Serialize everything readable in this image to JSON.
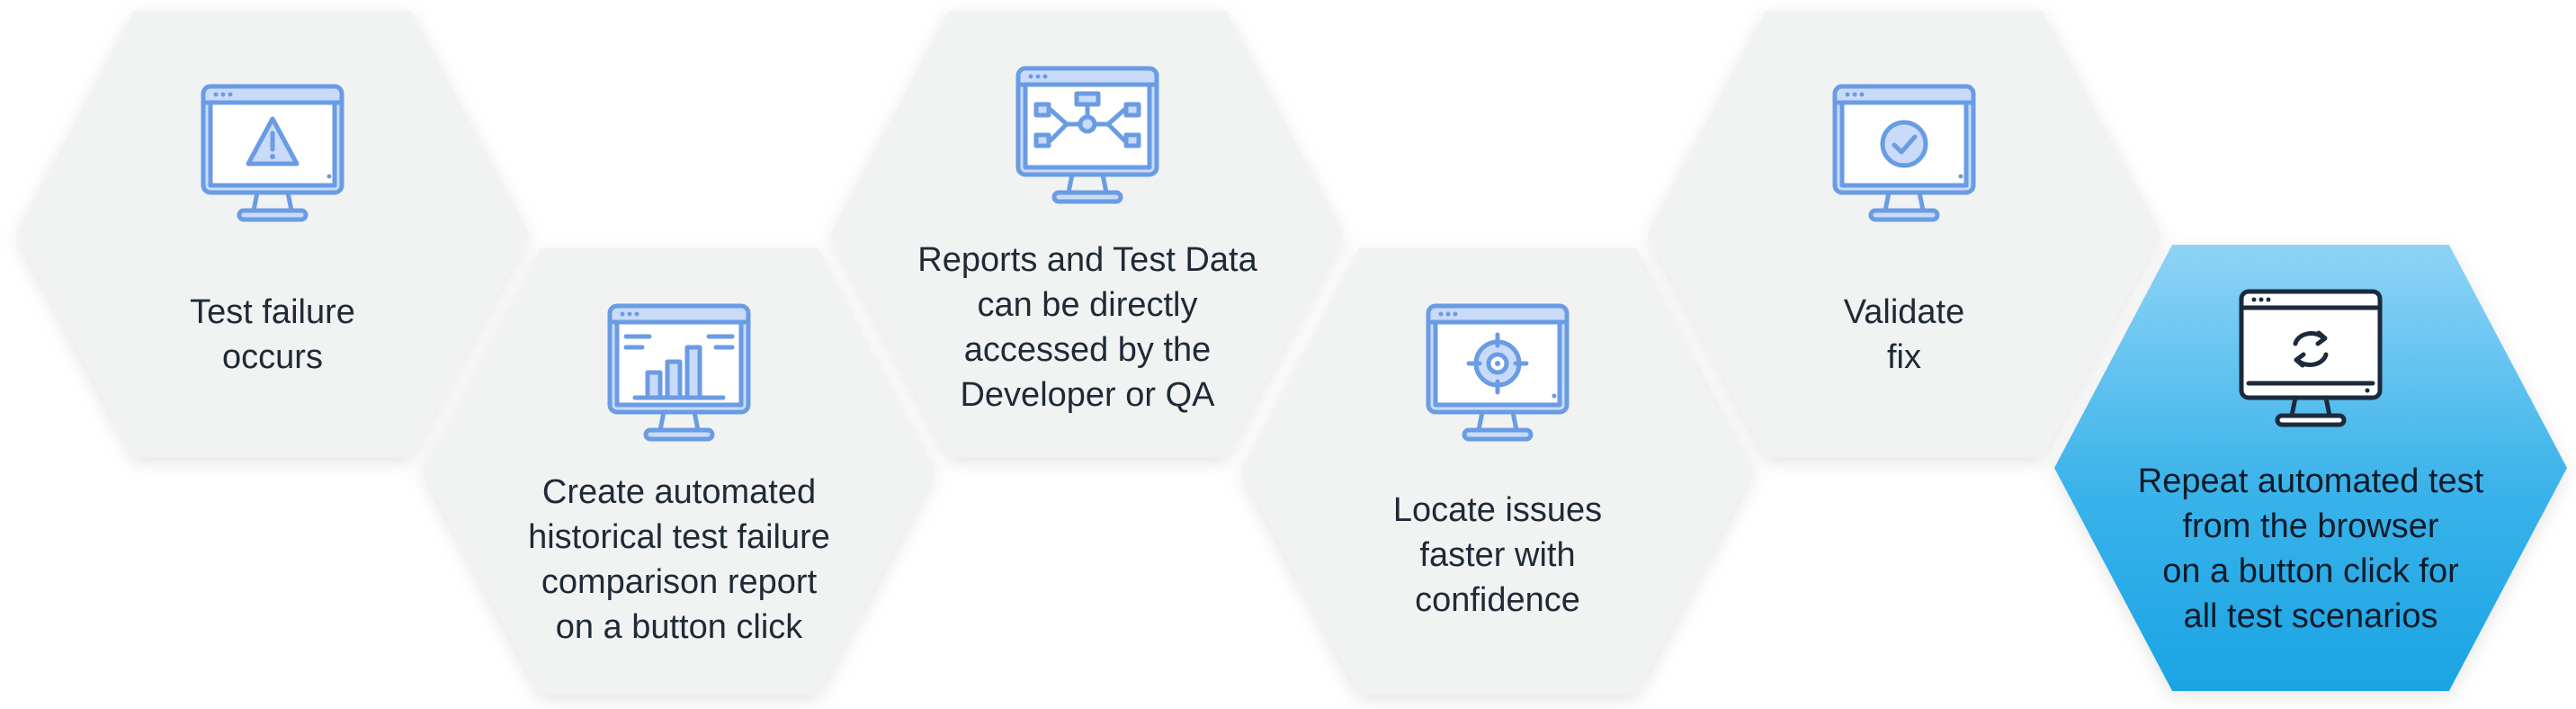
{
  "steps": [
    {
      "icon": "monitor-warning-icon",
      "label": "Test failure\noccurs"
    },
    {
      "icon": "monitor-bar-chart-icon",
      "label": "Create automated\nhistorical test failure\ncomparison report\non a button click"
    },
    {
      "icon": "monitor-flowchart-icon",
      "label": "Reports and Test Data\ncan be directly\naccessed by the\nDeveloper or QA"
    },
    {
      "icon": "monitor-target-icon",
      "label": "Locate issues\nfaster with\nconfidence"
    },
    {
      "icon": "monitor-check-icon",
      "label": "Validate\nfix"
    },
    {
      "icon": "monitor-repeat-icon",
      "label": "Repeat automated test\nfrom the browser\non a button click for\nall test scenarios"
    }
  ],
  "colors": {
    "hex_fill": "#f1f2f2",
    "icon_stroke": "#6a9ce4",
    "icon_fill": "#c9dbf8",
    "highlight_top": "#8ed3f6",
    "highlight_bottom": "#1aa4e4",
    "highlight_icon_stroke": "#1b2a3c",
    "text": "#1f2a37"
  }
}
